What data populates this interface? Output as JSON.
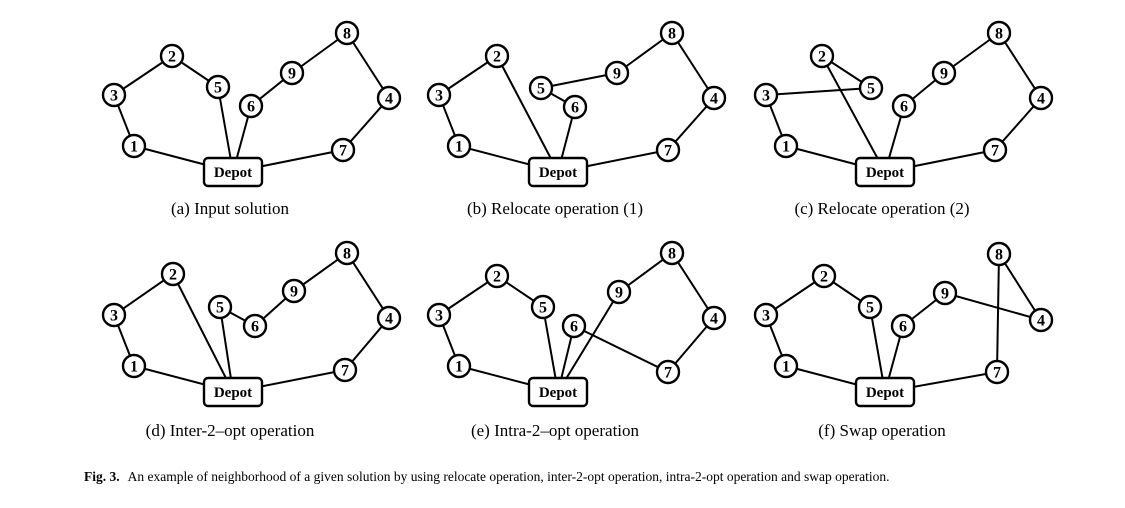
{
  "figure": {
    "caption_label": "Fig. 3.",
    "caption_text": "An example of neighborhood of a given solution by using relocate operation, inter-2-opt operation, intra-2-opt operation and swap operation."
  },
  "depot_label": "Depot",
  "panels": [
    {
      "id": "a",
      "caption": "(a) Input solution",
      "routes": [
        [
          "Depot",
          "1",
          "3",
          "2",
          "5",
          "Depot"
        ],
        [
          "Depot",
          "6",
          "9",
          "8",
          "4",
          "7",
          "Depot"
        ]
      ]
    },
    {
      "id": "b",
      "caption": "(b) Relocate operation (1)",
      "routes": [
        [
          "Depot",
          "1",
          "3",
          "2",
          "Depot"
        ],
        [
          "Depot",
          "6",
          "5",
          "9",
          "8",
          "4",
          "7",
          "Depot"
        ]
      ]
    },
    {
      "id": "c",
      "caption": "(c) Relocate operation (2)",
      "routes": [
        [
          "Depot",
          "1",
          "3",
          "5",
          "2",
          "Depot"
        ],
        [
          "Depot",
          "6",
          "9",
          "8",
          "4",
          "7",
          "Depot"
        ]
      ]
    },
    {
      "id": "d",
      "caption": "(d) Inter-2–opt operation",
      "routes": [
        [
          "Depot",
          "1",
          "3",
          "2",
          "Depot"
        ],
        [
          "Depot",
          "5",
          "6",
          "9",
          "8",
          "4",
          "7",
          "Depot"
        ]
      ]
    },
    {
      "id": "e",
      "caption": "(e) Intra-2–opt operation",
      "routes": [
        [
          "Depot",
          "1",
          "3",
          "2",
          "5",
          "Depot"
        ],
        [
          "Depot",
          "6",
          "7",
          "4",
          "8",
          "9",
          "Depot"
        ]
      ]
    },
    {
      "id": "f",
      "caption": "(f) Swap operation",
      "routes": [
        [
          "Depot",
          "1",
          "3",
          "2",
          "5",
          "Depot"
        ],
        [
          "Depot",
          "6",
          "9",
          "4",
          "8",
          "7",
          "Depot"
        ]
      ]
    }
  ]
}
